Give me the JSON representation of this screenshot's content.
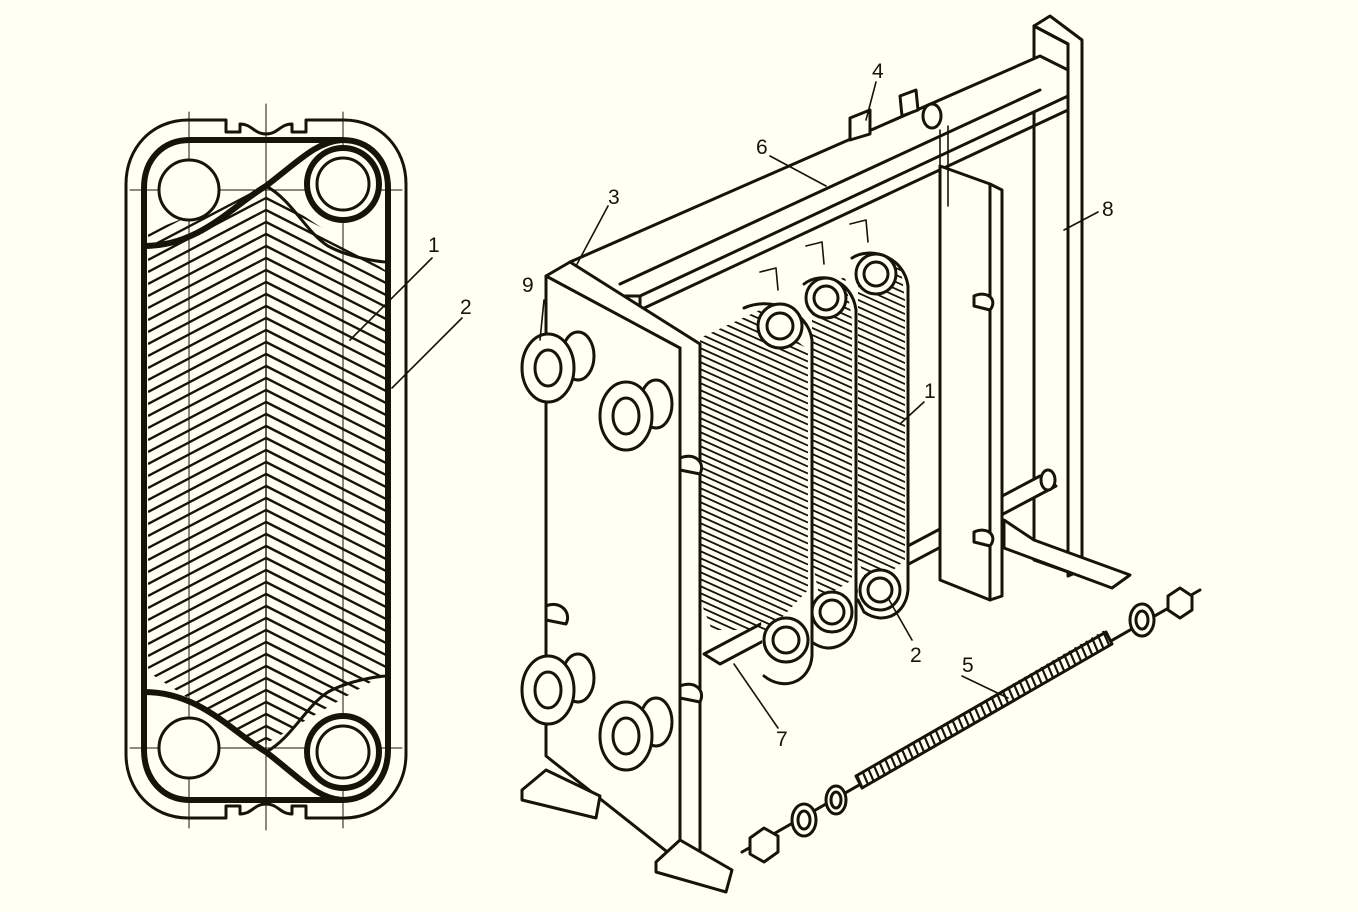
{
  "labels": {
    "left_1": "1",
    "left_2": "2",
    "right_1": "1",
    "right_2": "2",
    "l3": "3",
    "l4": "4",
    "l5": "5",
    "l6": "6",
    "l7": "7",
    "l8": "8",
    "l9": "9"
  }
}
